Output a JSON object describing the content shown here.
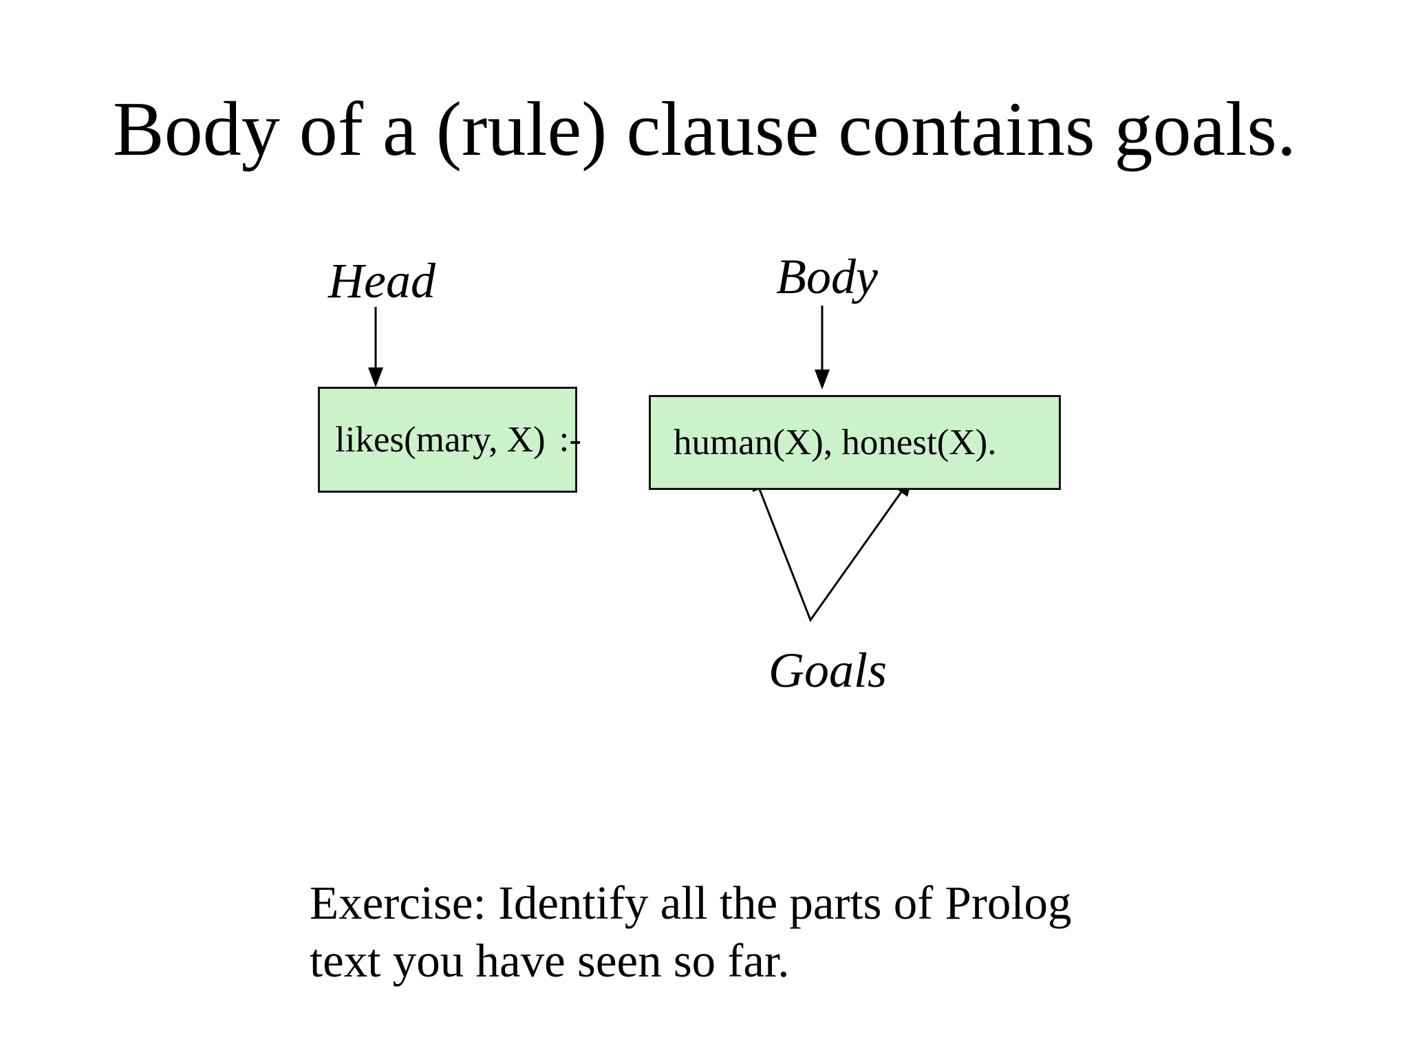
{
  "slide": {
    "title": "Body of a (rule) clause contains goals.",
    "head_label": "Head",
    "body_label": "Body",
    "goals_label": "Goals",
    "head_box": {
      "text": "likes(mary, X)",
      "neck_operator": ":-"
    },
    "body_box": {
      "text": "human(X), honest(X)."
    },
    "exercise": {
      "lines": [
        "Exercise: Identify all the parts of Prolog",
        "text you have seen so far."
      ]
    },
    "colors": {
      "background": "#ffffff",
      "text": "#000000",
      "box_fill": "#ccf2ca",
      "box_border": "#121212",
      "arrow": "#000000"
    }
  }
}
